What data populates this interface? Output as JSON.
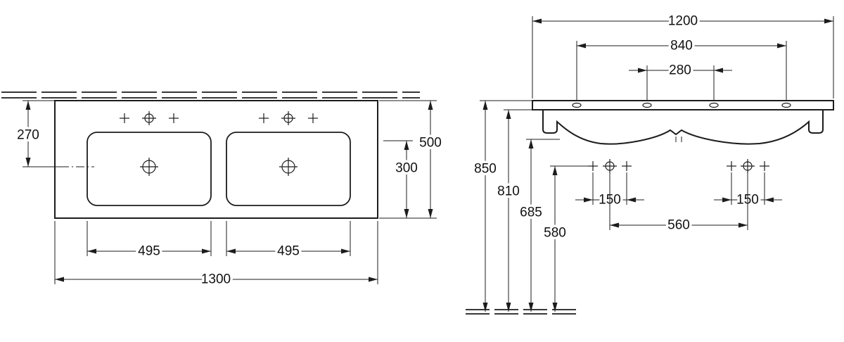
{
  "plan_view": {
    "dim_front_offset": "270",
    "dim_depth_total": "500",
    "dim_depth_inner": "300",
    "dim_basin_left": "495",
    "dim_basin_right": "495",
    "dim_width_total": "1300"
  },
  "front_view": {
    "dim_width_total": "1200",
    "dim_tapholes_outer": "840",
    "dim_tapholes_inner": "280",
    "dim_height_total": "850",
    "dim_height_rim": "810",
    "dim_height_underside": "685",
    "dim_height_fixing": "580",
    "dim_fixing_left": "150",
    "dim_fixing_right": "150",
    "dim_fixing_span": "560"
  }
}
